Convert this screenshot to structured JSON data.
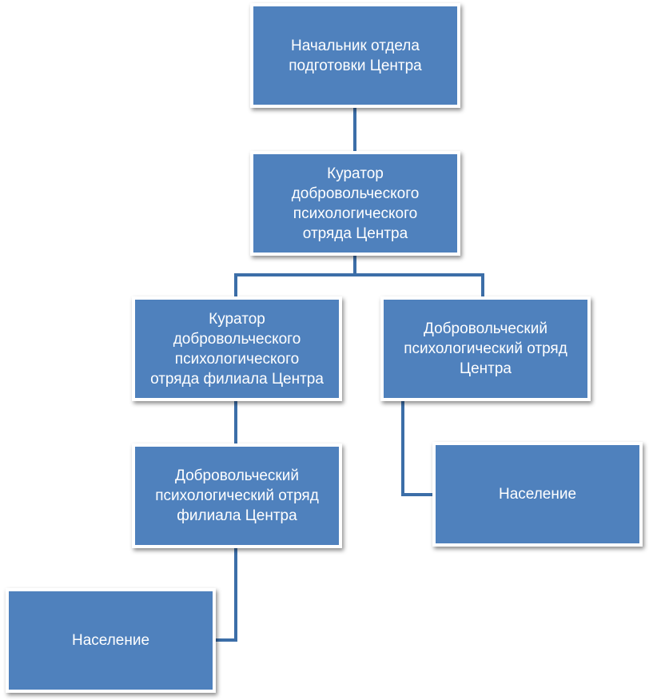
{
  "diagram": {
    "nodes": {
      "head": "Начальник  отдела\nподготовки Центра",
      "curator_center": "Куратор\nдобровольческого\nпсихологического\nотряда Центра",
      "curator_branch": "Куратор\nдобровольческого\nпсихологического\nотряда филиала Центра",
      "squad_center": "Добровольческий\nпсихологический отряд\nЦентра",
      "squad_branch": "Добровольческий\nпсихологический отряд\nфилиала Центра",
      "population_right": "Население",
      "population_left": "Население"
    },
    "colors": {
      "box_fill": "#4f81bd",
      "box_text": "#ffffff",
      "connector": "#3c6ea8"
    }
  }
}
